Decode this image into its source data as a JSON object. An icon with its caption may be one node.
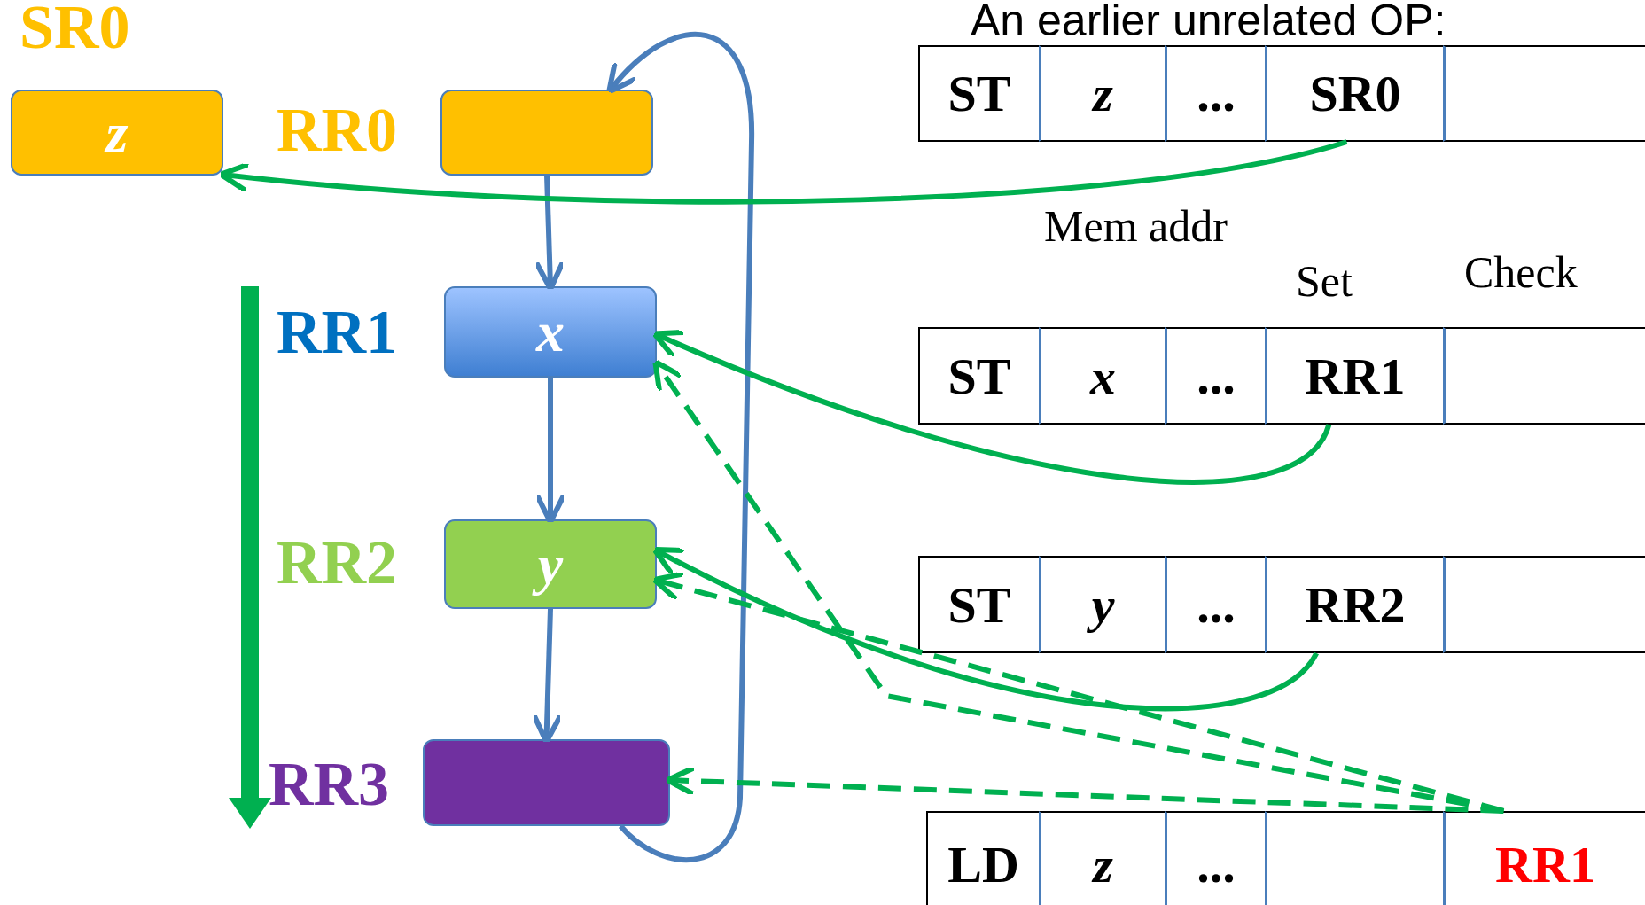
{
  "diagram": {
    "nodes": [
      {
        "text": [
          "z"
        ],
        "beside": [
          "SR0"
        ]
      },
      {
        "text": [],
        "shape": "box",
        "beside": [
          "RR0"
        ]
      },
      {
        "text": [
          "x"
        ],
        "beside": [
          "RR1"
        ]
      },
      {
        "text": [
          "y"
        ],
        "beside": [
          "RR2"
        ]
      },
      {
        "text": [],
        "shape": "box",
        "beside": [
          "RR3"
        ]
      },
      {
        "text": [
          "ST"
        ]
      },
      {
        "text": [
          "z"
        ]
      },
      {
        "text": [
          "..."
        ]
      },
      {
        "text": [
          "SR0"
        ]
      },
      {
        "text": [],
        "shape": "box"
      },
      {
        "text": [
          "ST"
        ]
      },
      {
        "text": [
          "x"
        ]
      },
      {
        "text": [
          "..."
        ]
      },
      {
        "text": [
          "RR1"
        ]
      },
      {
        "text": [],
        "shape": "box"
      },
      {
        "text": [
          "ST"
        ]
      },
      {
        "text": [
          "y"
        ]
      },
      {
        "text": [
          "..."
        ]
      },
      {
        "text": [
          "RR2"
        ]
      },
      {
        "text": [],
        "shape": "box"
      },
      {
        "text": [
          "LD"
        ]
      },
      {
        "text": [
          "z"
        ]
      },
      {
        "text": [
          "..."
        ]
      },
      {
        "text": [],
        "shape": "box"
      },
      {
        "text": [
          "RR1"
        ]
      }
    ],
    "edges": [
      {
        "from": 1,
        "to": 2,
        "arrow": "to",
        "color": "#4a7ebb"
      },
      {
        "from": 2,
        "to": 3,
        "arrow": "to",
        "color": "#4a7ebb"
      },
      {
        "from": 3,
        "to": 4,
        "arrow": "to",
        "color": "#4a7ebb"
      },
      {
        "from": 4,
        "to": 1,
        "arrow": "to",
        "color": "#4a7ebb"
      },
      {
        "from": 8,
        "to": 0,
        "arrow": "to"
      },
      {
        "from": 13,
        "to": 2,
        "arrow": "to"
      },
      {
        "from": 18,
        "to": 3,
        "arrow": "to"
      },
      {
        "from": 24,
        "to": 2,
        "arrow": "to",
        "style": "dashed"
      },
      {
        "from": 24,
        "to": 3,
        "arrow": "to",
        "style": "dashed"
      },
      {
        "from": 24,
        "to": 4,
        "arrow": "to",
        "style": "dashed"
      }
    ],
    "labels": [
      "An earlier unrelated OP:",
      "Mem addr",
      "Set",
      "Check"
    ]
  }
}
